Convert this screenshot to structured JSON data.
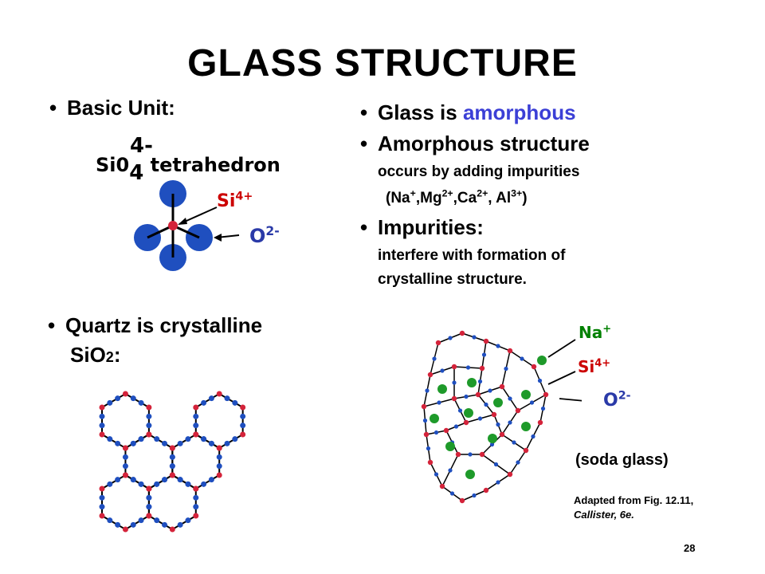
{
  "title": "GLASS STRUCTURE",
  "left": {
    "basic_unit": "Basic Unit:",
    "tetra_charge": "4-",
    "tetra_formula_main": "Si0",
    "tetra_formula_sub": "4",
    "tetra_word": "tetrahedron",
    "si_label": "Si",
    "si_charge": "4+",
    "o_label": "O",
    "o_charge": "2-",
    "quartz_line": "Quartz is crystalline",
    "sio2_main": "SiO",
    "sio2_sub": "2",
    "sio2_colon": ":"
  },
  "right": {
    "b1_pre": "Glass is ",
    "b1_word": "amorphous",
    "b2": "Amorphous structure",
    "b2_sub": "occurs by adding impurities",
    "ions": {
      "na": "(Na",
      "na_c": "+",
      "mg": ",Mg",
      "mg_c": "2+",
      "ca": ",Ca",
      "ca_c": "2+",
      "al": ", Al",
      "al_c": "3+",
      "close": ")"
    },
    "b3": "Impurities:",
    "b3_l1": "interfere with formation of",
    "b3_l2": "crystalline structure.",
    "na_label": "Na",
    "na_charge": "+",
    "si_label": "Si",
    "si_charge": "4+",
    "o_label": "O",
    "o_charge": "2-",
    "soda": "(soda glass)",
    "adapted": "Adapted from Fig. 12.11,",
    "callister": "Callister, 6e."
  },
  "page_number": "28",
  "colors": {
    "oxygen": "#1f4fbf",
    "silicon": "#d4233a",
    "sodium": "#1e9a2a",
    "amorphous": "#3b3fd6"
  }
}
